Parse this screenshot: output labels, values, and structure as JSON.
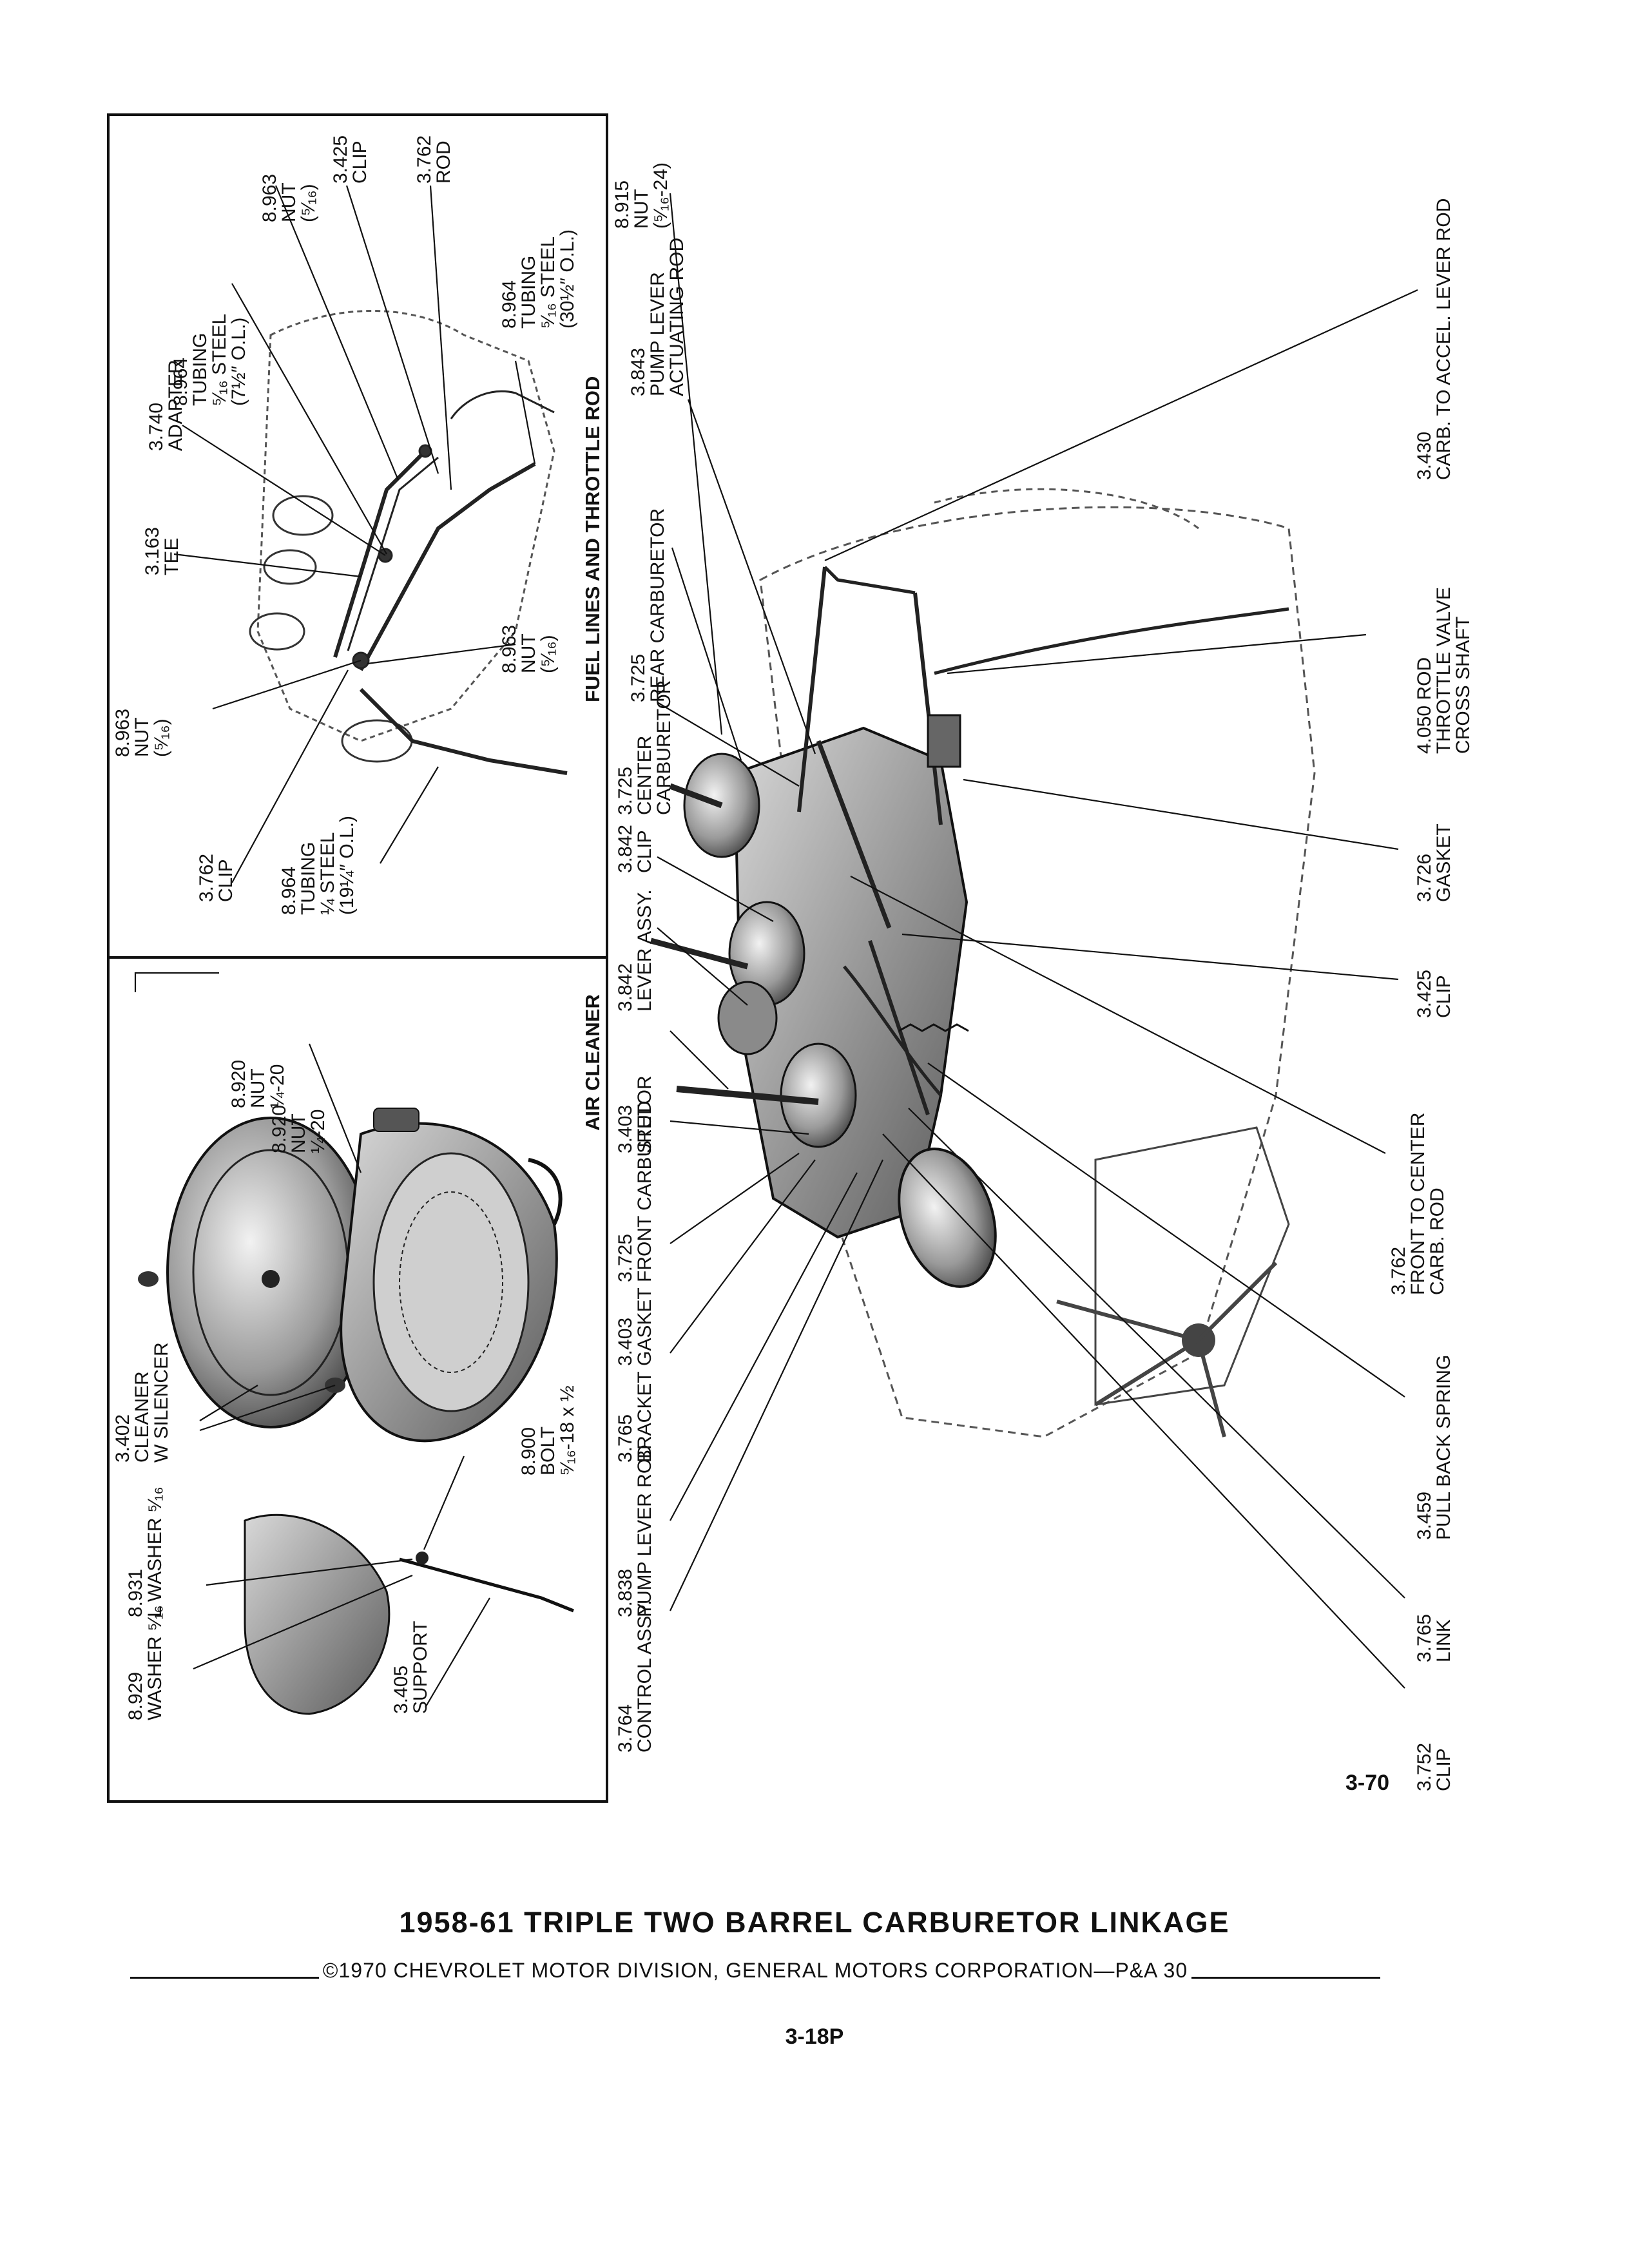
{
  "document": {
    "title": "1958-61 TRIPLE TWO BARREL CARBURETOR LINKAGE",
    "copyright": "©1970 CHEVROLET MOTOR DIVISION, GENERAL MOTORS CORPORATION—P&A 30",
    "page_number": "3-18P",
    "figure_ref": "3-70"
  },
  "panels": {
    "fuel_lines": {
      "title": "FUEL LINES AND THROTTLE ROD"
    },
    "air_cleaner": {
      "title": "AIR CLEANER"
    }
  },
  "callouts": {
    "fl_nut_8963_top": [
      "8.963",
      "NUT",
      "(⁵⁄₁₆)"
    ],
    "fl_clip_3425": [
      "3.425",
      "CLIP"
    ],
    "fl_rod_3762": [
      "3.762",
      "ROD"
    ],
    "fl_tubing_8964_top": [
      "8.964",
      "TUBING",
      "⁵⁄₁₆ STEEL",
      "(7½″ O.L.)"
    ],
    "fl_adapter_3740": [
      "3.740",
      "ADAPTER"
    ],
    "fl_tubing_8964_mid": [
      "8.964",
      "TUBING",
      "⁵⁄₁₆ STEEL",
      "(30½″ O.L.)"
    ],
    "fl_nut_8915": [
      "8.915",
      "NUT",
      "(⁵⁄₁₆-24)"
    ],
    "fl_tee_3163": [
      "3.163",
      "TEE"
    ],
    "fl_nut_8963_mid": [
      "8.963",
      "NUT",
      "(⁵⁄₁₆)"
    ],
    "fl_nut_8963_low": [
      "8.963",
      "NUT",
      "(⁵⁄₁₆)"
    ],
    "fl_clip_3762": [
      "3.762",
      "CLIP"
    ],
    "fl_tubing_8964_low": [
      "8.964",
      "TUBING",
      "¼ STEEL",
      "(19¼″ O.L.)"
    ],
    "ac_nut_8920_a": [
      "8.920",
      "NUT",
      "¼-20"
    ],
    "ac_nut_8920_b": [
      "8.920",
      "NUT",
      "¼-20"
    ],
    "ac_cleaner_3402": [
      "3.402",
      "CLEANER",
      "W SILENCER"
    ],
    "ac_bolt_8900": [
      "8.900",
      "BOLT",
      "⁵⁄₁₆-18 x ½"
    ],
    "ac_lwasher_8931": [
      "8.931",
      "L WASHER ⁵⁄₁₆"
    ],
    "ac_washer_8929": [
      "8.929",
      "WASHER ⁵⁄₁₆"
    ],
    "ac_support_3405": [
      "3.405",
      "SUPPORT"
    ],
    "m_pump_lever_rod_3843": [
      "3.843",
      "PUMP LEVER",
      "ACTUATING ROD"
    ],
    "m_rear_carb_3725": [
      "3.725",
      "REAR CARBURETOR"
    ],
    "m_center_carb_3725": [
      "3.725",
      "CENTER",
      "CARBURETOR"
    ],
    "m_clip_3842": [
      "3.842",
      "CLIP"
    ],
    "m_lever_assy_3842": [
      "3.842",
      "LEVER ASSY."
    ],
    "m_stud_3403": [
      "3.403",
      "STUD"
    ],
    "m_front_carb_3725": [
      "3.725",
      "FRONT CARBURETOR"
    ],
    "m_gasket_3403": [
      "3.403",
      "GASKET"
    ],
    "m_bracket_3765": [
      "3.765",
      "BRACKET"
    ],
    "m_pump_lever_rod_3838": [
      "3.838",
      "PUMP LEVER ROD"
    ],
    "m_control_assy_3764": [
      "3.764",
      "CONTROL ASSY."
    ],
    "m_accel_rod_3430": [
      "3.430",
      "CARB. TO ACCEL. LEVER ROD"
    ],
    "m_cross_shaft_4050": [
      "4.050 ROD",
      "THROTTLE VALVE",
      "CROSS SHAFT"
    ],
    "m_gasket_3726": [
      "3.726",
      "GASKET"
    ],
    "m_clip_3425": [
      "3.425",
      "CLIP"
    ],
    "m_carb_rod_3762": [
      "3.762",
      "FRONT TO CENTER",
      "CARB. ROD"
    ],
    "m_spring_3459": [
      "3.459",
      "PULL BACK SPRING"
    ],
    "m_link_3765": [
      "3.765",
      "LINK"
    ],
    "m_clip_3752": [
      "3.752",
      "CLIP"
    ]
  },
  "colors": {
    "ink": "#111111",
    "paper": "#ffffff",
    "shade": "#6b6b6b"
  }
}
